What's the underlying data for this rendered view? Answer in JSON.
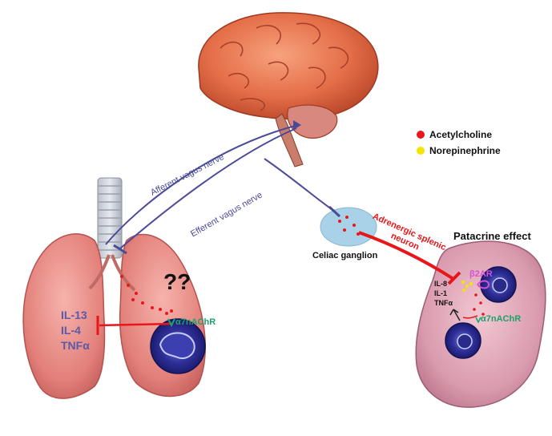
{
  "legend": {
    "acetylcholine_label": "Acetylcholine",
    "acetylcholine_color": "#e8161b",
    "norepinephrine_label": "Norepinephrine",
    "norepinephrine_color": "#f2e600"
  },
  "nerves": {
    "afferent_label": "Afferent vagus nerve",
    "efferent_label": "Efferent vagus nerve",
    "nerve_color": "#4a4a98"
  },
  "ganglion": {
    "label": "Celiac ganglion"
  },
  "splenic_neuron": {
    "label_line1": "Adrenergic splenic",
    "label_line2": "neuron",
    "color": "#e8161b"
  },
  "lung": {
    "cytokines": [
      "IL-13",
      "IL-4",
      "TNFα"
    ],
    "cytokine_color": "#5a5aa8",
    "receptor_label": "α7nAChR",
    "unknown_label": "??"
  },
  "spleen": {
    "title": "Patacrine effect",
    "cytokines": [
      "IL-8",
      "IL-1",
      "TNFα"
    ],
    "beta_receptor_label": "β2AR",
    "beta_color": "#d94fd9",
    "receptor_label": "α7nAChR",
    "receptor_color": "#1aa36a"
  }
}
